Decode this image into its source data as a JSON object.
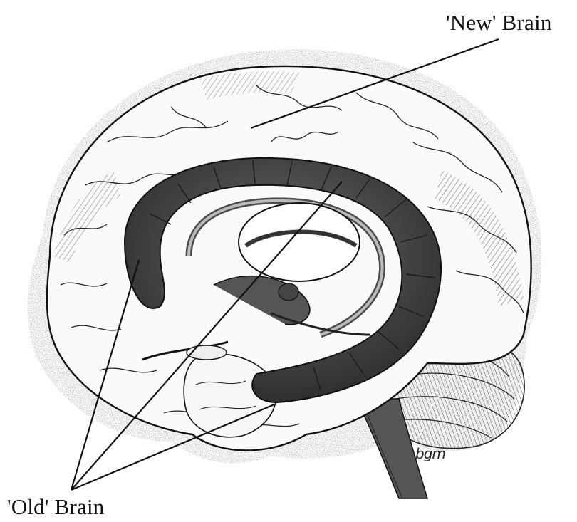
{
  "labels": {
    "new_brain": "'New' Brain",
    "old_brain": "'Old' Brain"
  },
  "signature": "bgm",
  "colors": {
    "background": "#ffffff",
    "ink": "#111111",
    "limbic": "#4a4a4a",
    "cortex": "#fafafa"
  }
}
